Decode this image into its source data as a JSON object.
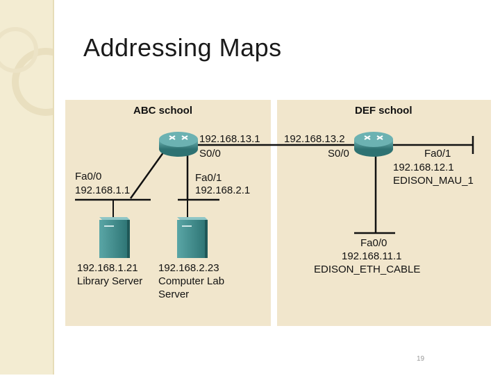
{
  "slide": {
    "title": "Addressing Maps",
    "page_number": "19"
  },
  "abc": {
    "school_label": "ABC school",
    "router": {
      "serial_ip": "192.168.13.1",
      "serial_port": "S0/0"
    },
    "fa00": {
      "port": "Fa0/0",
      "ip": "192.168.1.1"
    },
    "fa01": {
      "port": "Fa0/1",
      "ip": "192.168.2.1"
    },
    "library_server": {
      "ip": "192.168.1.21",
      "name": "Library Server"
    },
    "lab_server": {
      "ip": "192.168.2.23",
      "name_line1": "Computer Lab",
      "name_line2": "Server"
    }
  },
  "def": {
    "school_label": "DEF school",
    "router": {
      "serial_ip": "192.168.13.2",
      "serial_port": "S0/0"
    },
    "fa01": {
      "port": "Fa0/1",
      "ip": "192.168.12.1",
      "network": "EDISON_MAU_1"
    },
    "fa00": {
      "port": "Fa0/0",
      "ip": "192.168.11.1",
      "network": "EDISON_ETH_CABLE"
    }
  },
  "colors": {
    "sidebar": "#f3ecd2",
    "panel": "#f1e6cc",
    "device": "#4f9a9a",
    "line": "#111111"
  },
  "icons": [
    "router-icon",
    "server-icon"
  ]
}
